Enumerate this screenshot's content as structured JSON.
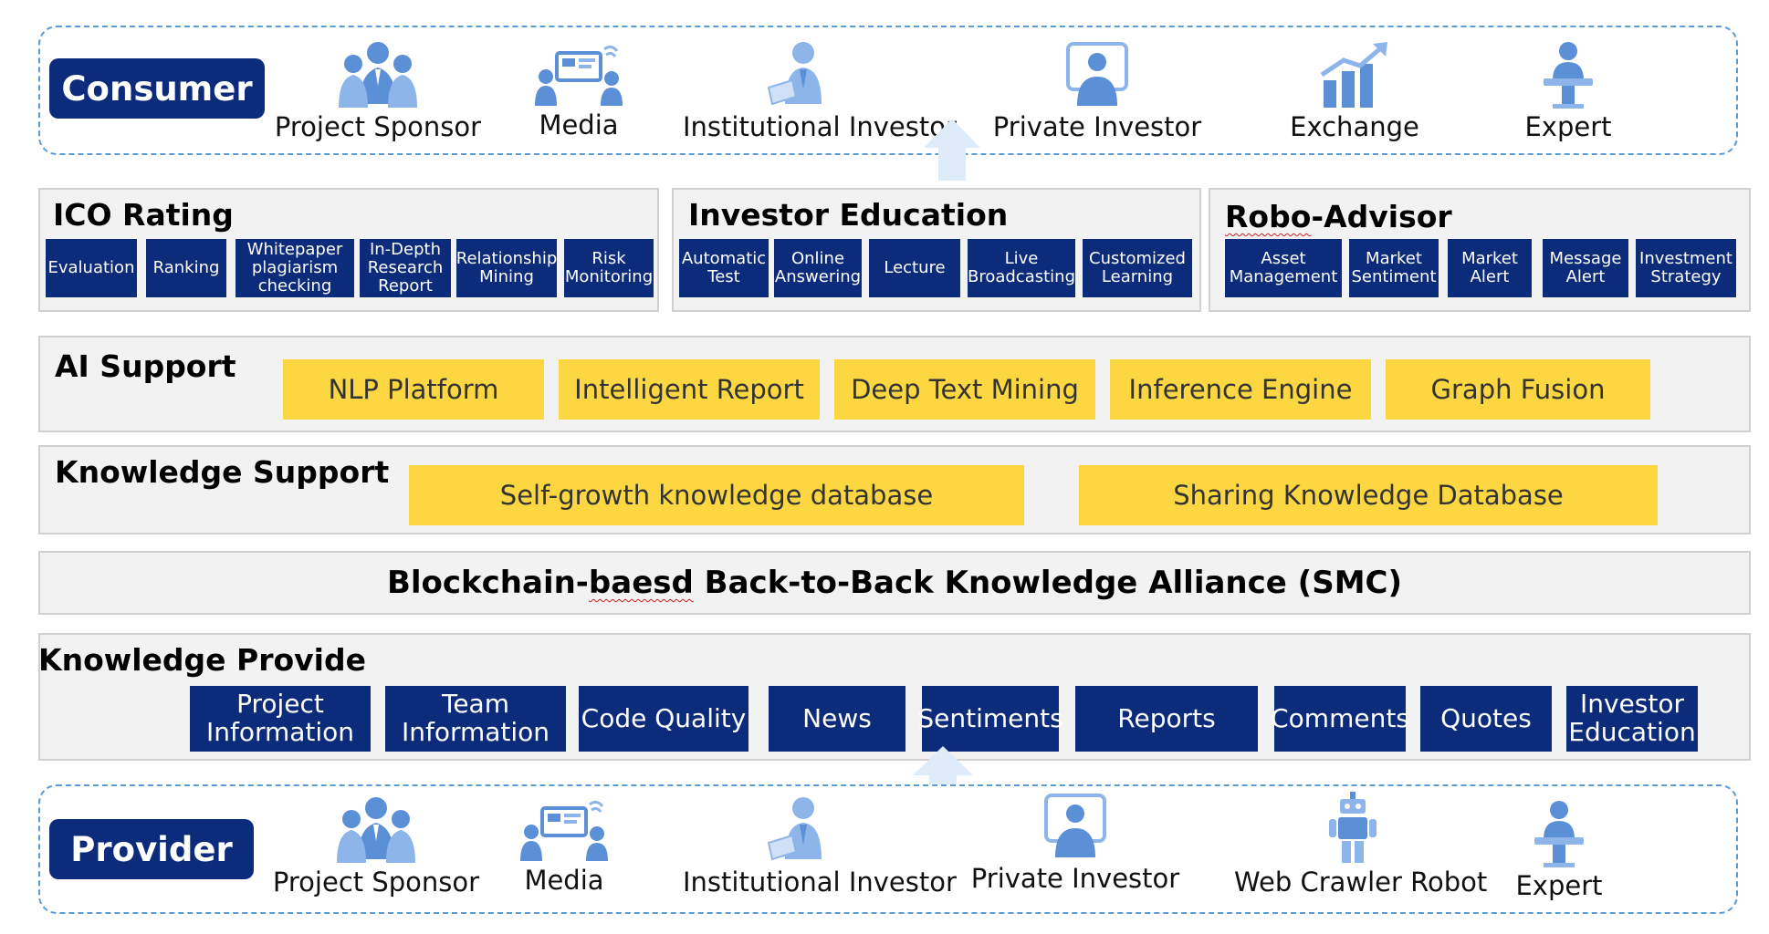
{
  "colors": {
    "navy": "#0d2b7b",
    "yellow": "#fcd741",
    "panel_bg": "#f2f2f2",
    "dash": "#5b9bd5",
    "icon": "#5b8fd6"
  },
  "consumer": {
    "label": "Consumer",
    "actors": [
      {
        "label": "Project Sponsor",
        "icon": "group-icon"
      },
      {
        "label": "Media",
        "icon": "media-icon"
      },
      {
        "label": "Institutional Investor",
        "icon": "presenter-icon"
      },
      {
        "label": "Private Investor",
        "icon": "monitor-user-icon"
      },
      {
        "label": "Exchange",
        "icon": "growth-chart-icon"
      },
      {
        "label": "Expert",
        "icon": "expert-icon"
      }
    ]
  },
  "ico_rating": {
    "title": "ICO Rating",
    "items": [
      "Evaluation",
      "Ranking",
      "Whitepaper\nplagiarism\nchecking",
      "In-Depth\nResearch\nReport",
      "Relationship\nMining",
      "Risk\nMonitoring"
    ]
  },
  "investor_education": {
    "title": "Investor Education",
    "items": [
      "Automatic\nTest",
      "Online\nAnswering",
      "Lecture",
      "Live\nBroadcasting",
      "Customized\nLearning"
    ]
  },
  "robo_advisor": {
    "title_part1": "Robo",
    "title_part2": "-Advisor",
    "items": [
      "Asset\nManagement",
      "Market\nSentiment",
      "Market\nAlert",
      "Message\nAlert",
      "Investment\nStrategy"
    ]
  },
  "ai_support": {
    "title": "AI Support",
    "items": [
      "NLP Platform",
      "Intelligent Report",
      "Deep Text Mining",
      "Inference Engine",
      "Graph Fusion"
    ]
  },
  "knowledge_support": {
    "title": "Knowledge Support",
    "items": [
      "Self-growth knowledge database",
      "Sharing Knowledge Database"
    ]
  },
  "blockchain": {
    "part1": "Blockchain-",
    "part2": "baesd",
    "part3": " Back-to-Back Knowledge Alliance (SMC)"
  },
  "knowledge_provide": {
    "title": "Knowledge Provide",
    "items": [
      "Project\nInformation",
      "Team\nInformation",
      "Code Quality",
      "News",
      "Sentiments",
      "Reports",
      "Comments",
      "Quotes",
      "Investor\nEducation"
    ]
  },
  "provider": {
    "label": "Provider",
    "actors": [
      {
        "label": "Project Sponsor",
        "icon": "group-icon"
      },
      {
        "label": "Media",
        "icon": "media-icon"
      },
      {
        "label": "Institutional Investor",
        "icon": "presenter-icon"
      },
      {
        "label": "Private Investor",
        "icon": "monitor-user-icon"
      },
      {
        "label": "Web Crawler Robot",
        "icon": "robot-icon"
      },
      {
        "label": "Expert",
        "icon": "expert-icon"
      }
    ]
  }
}
